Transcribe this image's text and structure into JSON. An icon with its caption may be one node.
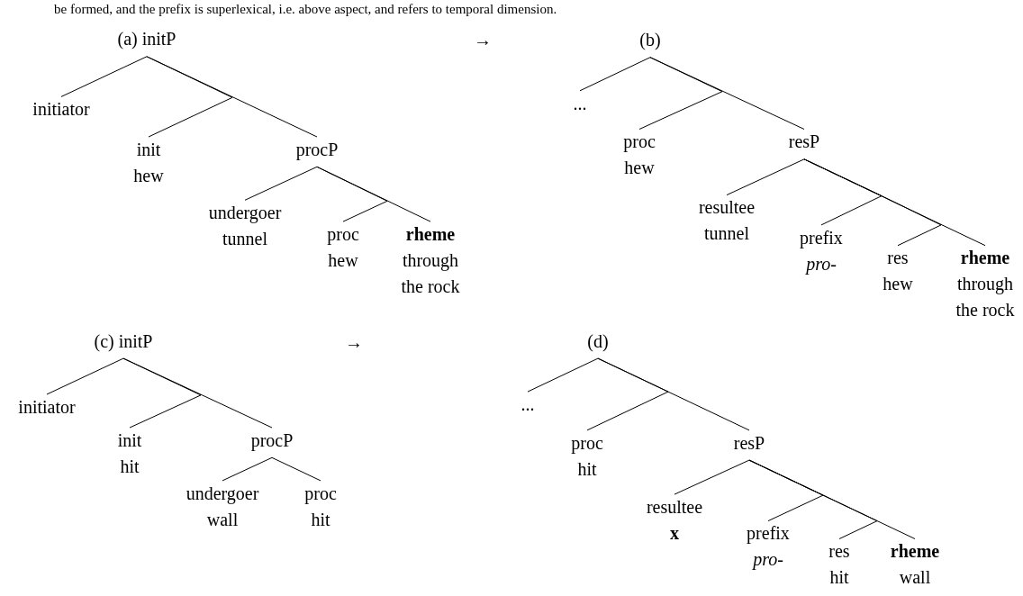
{
  "diagram": {
    "nodes": [
      {
        "text": [
          "(a) initP"
        ]
      },
      {
        "text": [
          "initiator"
        ]
      },
      {
        "text": [
          "init",
          "hew"
        ]
      },
      {
        "text": [
          "procP"
        ]
      },
      {
        "text": [
          "undergoer",
          "tunnel"
        ]
      },
      {
        "text": [
          "proc",
          "hew"
        ]
      },
      {
        "text": [
          "**rheme**",
          "through the rock"
        ]
      },
      {
        "text": [
          "(b)"
        ]
      },
      {
        "text": [
          "..."
        ]
      },
      {
        "text": [
          "proc",
          "hew"
        ]
      },
      {
        "text": [
          "resP"
        ]
      },
      {
        "text": [
          "resultee",
          "tunnel"
        ]
      },
      {
        "text": [
          "prefix",
          "*pro-*"
        ]
      },
      {
        "text": [
          "res",
          "hew"
        ]
      },
      {
        "text": [
          "**rheme**",
          "through the rock"
        ]
      },
      {
        "text": [
          "(c) initP"
        ]
      },
      {
        "text": [
          "initiator"
        ]
      },
      {
        "text": [
          "init",
          "hit"
        ]
      },
      {
        "text": [
          "procP"
        ]
      },
      {
        "text": [
          "undergoer",
          "wall"
        ]
      },
      {
        "text": [
          "proc",
          "hit"
        ]
      },
      {
        "text": [
          "(d)"
        ]
      },
      {
        "text": [
          "..."
        ]
      },
      {
        "text": [
          "proc",
          "hit"
        ]
      },
      {
        "text": [
          "resP"
        ]
      },
      {
        "text": [
          "resultee",
          "**x**"
        ]
      },
      {
        "text": [
          "prefix",
          "*pro-*"
        ]
      },
      {
        "text": [
          "res",
          "hit"
        ]
      },
      {
        "text": [
          "**rheme**",
          "wall"
        ]
      }
    ],
    "edges": [
      {
        "from": 0,
        "to": 1,
        "arrow": "none"
      },
      {
        "from": 0,
        "to": 2,
        "arrow": "none"
      },
      {
        "from": 0,
        "to": 3,
        "arrow": "none"
      },
      {
        "from": 3,
        "to": 4,
        "arrow": "none"
      },
      {
        "from": 3,
        "to": 5,
        "arrow": "none"
      },
      {
        "from": 3,
        "to": 6,
        "arrow": "none"
      },
      {
        "from": 7,
        "to": 8,
        "arrow": "none"
      },
      {
        "from": 7,
        "to": 9,
        "arrow": "none"
      },
      {
        "from": 7,
        "to": 10,
        "arrow": "none"
      },
      {
        "from": 10,
        "to": 11,
        "arrow": "none"
      },
      {
        "from": 10,
        "to": 12,
        "arrow": "none"
      },
      {
        "from": 10,
        "to": 13,
        "arrow": "none"
      },
      {
        "from": 10,
        "to": 14,
        "arrow": "none"
      },
      {
        "from": 15,
        "to": 16,
        "arrow": "none"
      },
      {
        "from": 15,
        "to": 17,
        "arrow": "none"
      },
      {
        "from": 15,
        "to": 18,
        "arrow": "none"
      },
      {
        "from": 18,
        "to": 19,
        "arrow": "none"
      },
      {
        "from": 18,
        "to": 20,
        "arrow": "none"
      },
      {
        "from": 21,
        "to": 22,
        "arrow": "none"
      },
      {
        "from": 21,
        "to": 23,
        "arrow": "none"
      },
      {
        "from": 21,
        "to": 24,
        "arrow": "none"
      },
      {
        "from": 24,
        "to": 25,
        "arrow": "none"
      },
      {
        "from": 24,
        "to": 26,
        "arrow": "none"
      },
      {
        "from": 24,
        "to": 27,
        "arrow": "none"
      },
      {
        "from": 24,
        "to": 28,
        "arrow": "none"
      }
    ],
    "labels": [
      "be formed, and the prefix is superlexical, i.e. above aspect, and refers to temporal dimension.",
      "→",
      "→"
    ]
  }
}
